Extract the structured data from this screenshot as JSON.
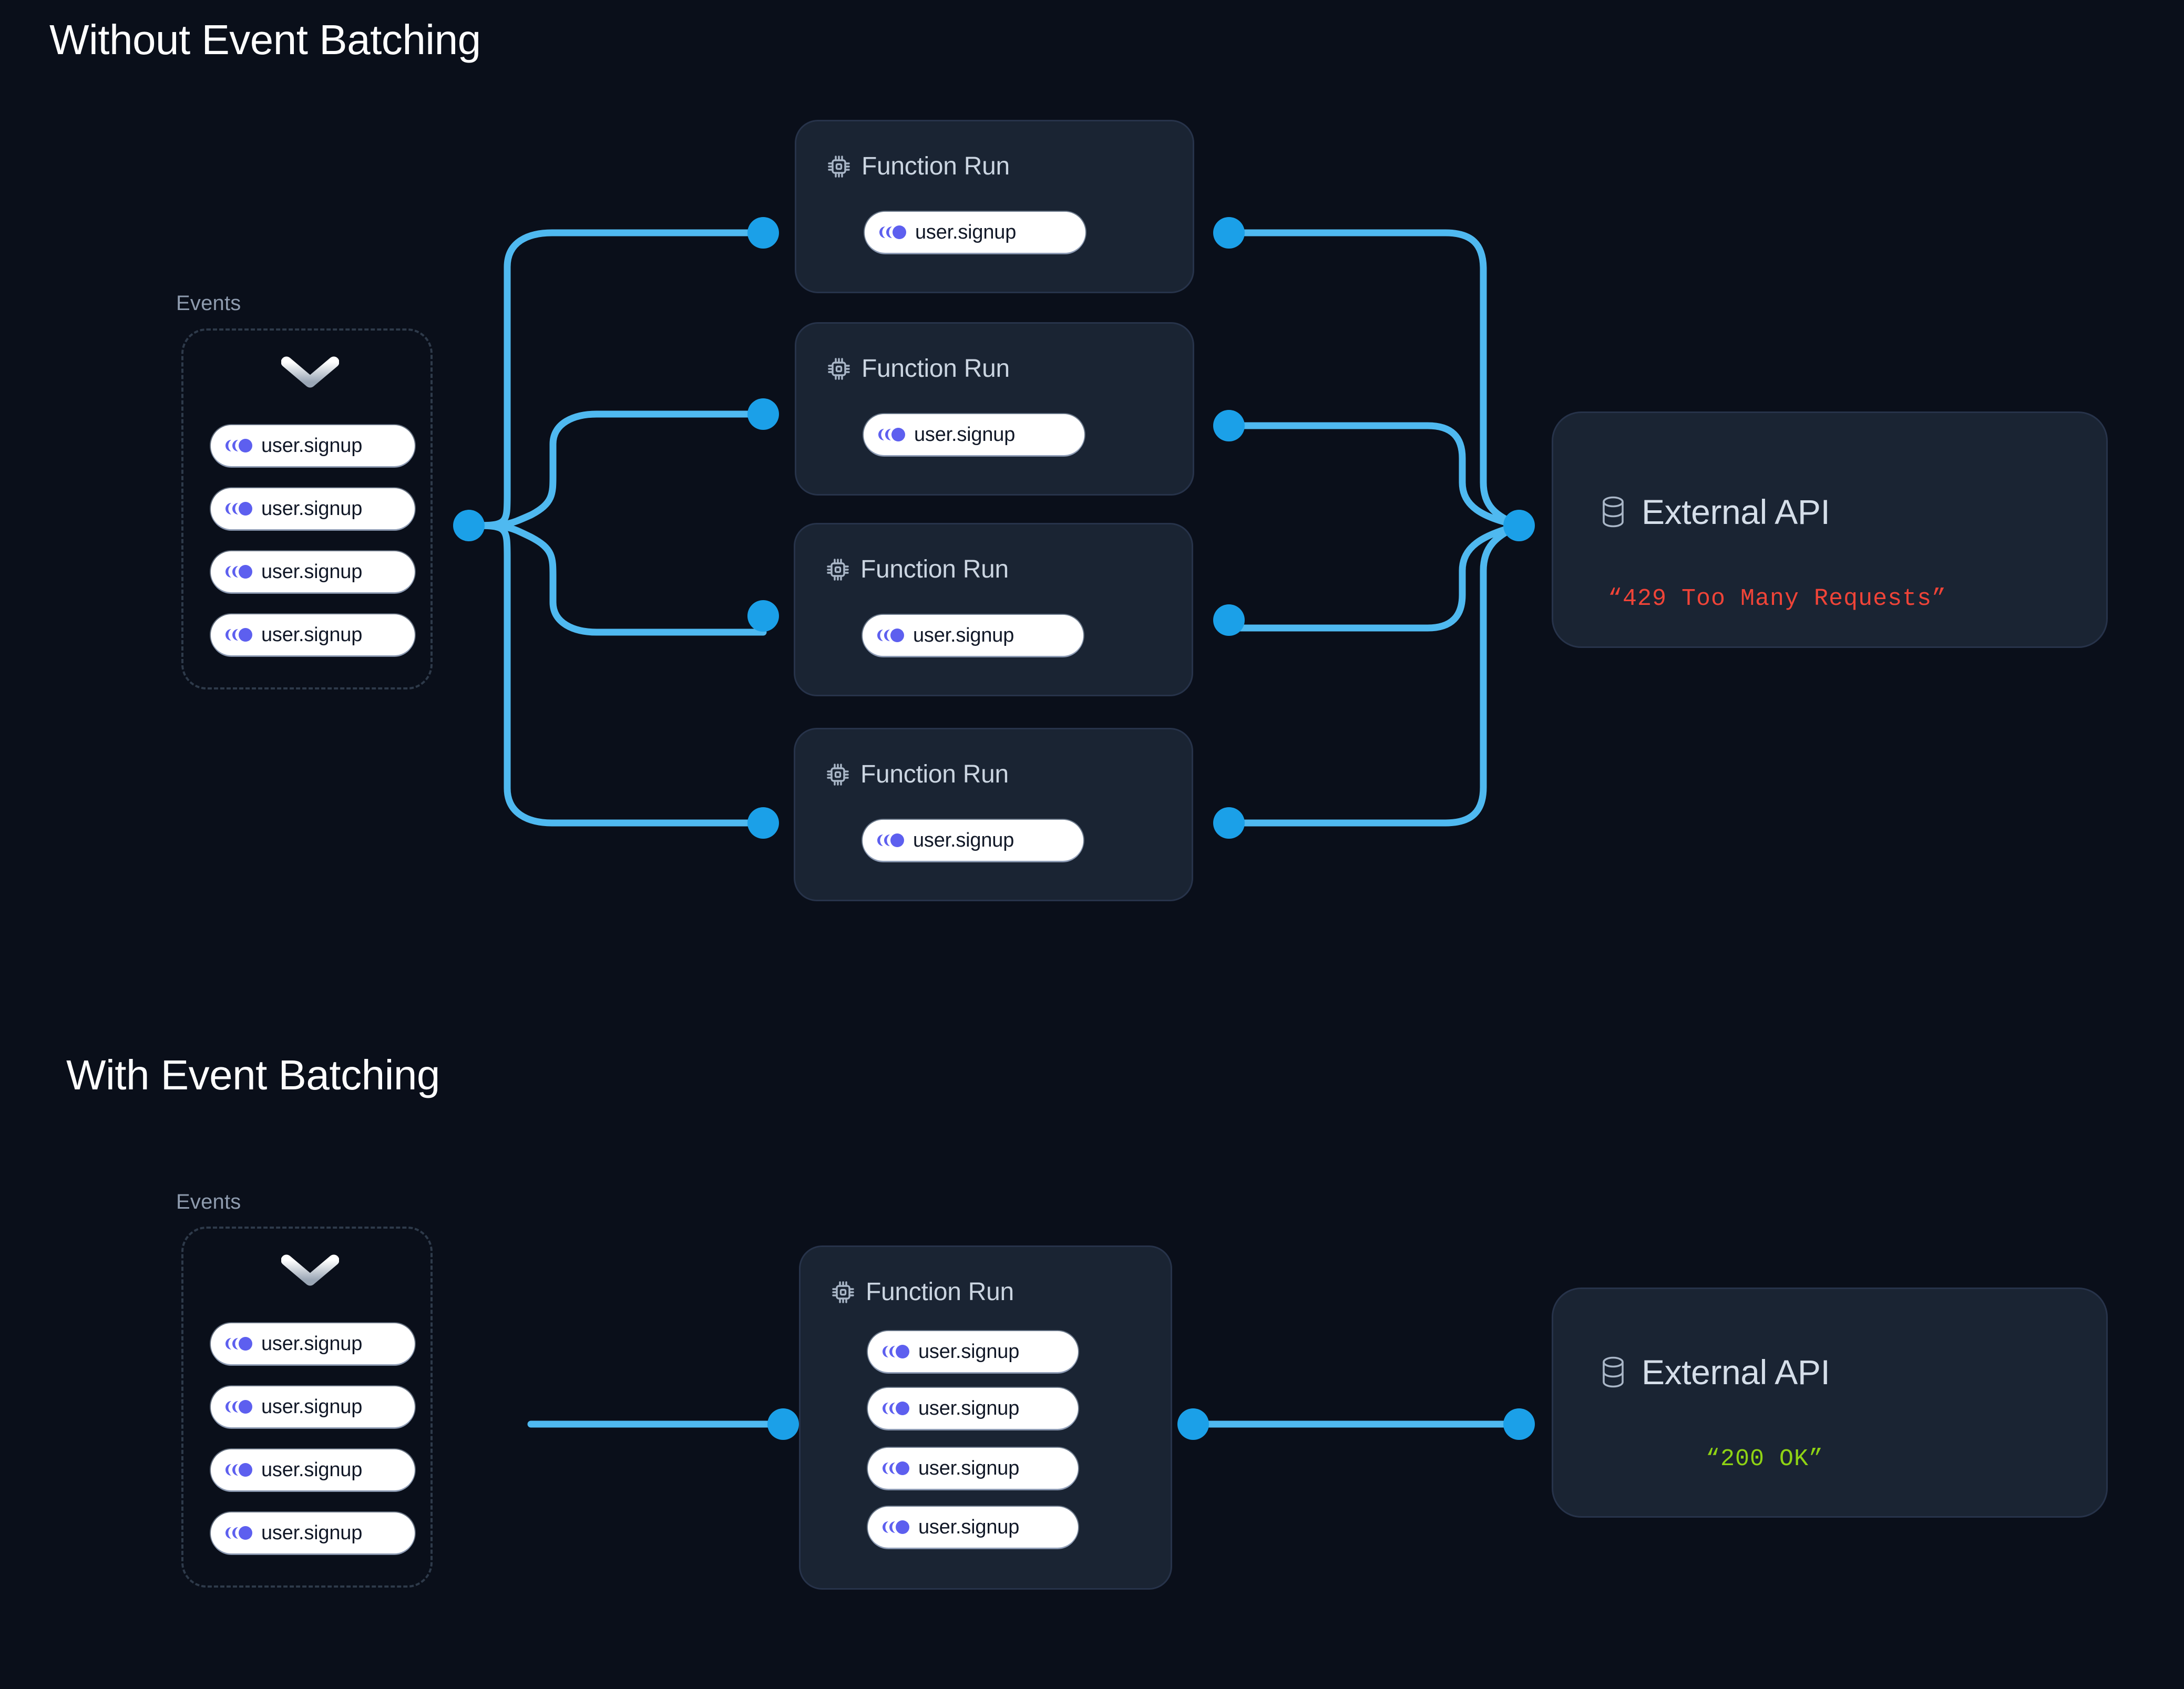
{
  "page": {
    "background": "#0A0F1A",
    "accent_wire": "#4FB9F0",
    "accent_node": "#1BA0E8",
    "event_brand": "#5D5FEF",
    "card_bg": "#1A2433",
    "error_color": "#F04438",
    "ok_color": "#8FD314"
  },
  "sections": [
    {
      "id": "without-batching",
      "title": "Without Event Batching",
      "events": {
        "label": "Events",
        "chevron_icon": "chevron-down-icon",
        "items": [
          {
            "icon": "inngest-event-icon",
            "label": "user.signup"
          },
          {
            "icon": "inngest-event-icon",
            "label": "user.signup"
          },
          {
            "icon": "inngest-event-icon",
            "label": "user.signup"
          },
          {
            "icon": "inngest-event-icon",
            "label": "user.signup"
          }
        ]
      },
      "function_runs": [
        {
          "icon": "cpu-chip-icon",
          "title": "Function Run",
          "events": [
            {
              "icon": "inngest-event-icon",
              "label": "user.signup"
            }
          ]
        },
        {
          "icon": "cpu-chip-icon",
          "title": "Function Run",
          "events": [
            {
              "icon": "inngest-event-icon",
              "label": "user.signup"
            }
          ]
        },
        {
          "icon": "cpu-chip-icon",
          "title": "Function Run",
          "events": [
            {
              "icon": "inngest-event-icon",
              "label": "user.signup"
            }
          ]
        },
        {
          "icon": "cpu-chip-icon",
          "title": "Function Run",
          "events": [
            {
              "icon": "inngest-event-icon",
              "label": "user.signup"
            }
          ]
        }
      ],
      "external_api": {
        "icon": "database-icon",
        "title": "External API",
        "status": "“429 Too Many Requests”",
        "status_state": "error"
      }
    },
    {
      "id": "with-batching",
      "title": "With Event Batching",
      "events": {
        "label": "Events",
        "chevron_icon": "chevron-down-icon",
        "items": [
          {
            "icon": "inngest-event-icon",
            "label": "user.signup"
          },
          {
            "icon": "inngest-event-icon",
            "label": "user.signup"
          },
          {
            "icon": "inngest-event-icon",
            "label": "user.signup"
          },
          {
            "icon": "inngest-event-icon",
            "label": "user.signup"
          }
        ]
      },
      "function_runs": [
        {
          "icon": "cpu-chip-icon",
          "title": "Function Run",
          "events": [
            {
              "icon": "inngest-event-icon",
              "label": "user.signup"
            },
            {
              "icon": "inngest-event-icon",
              "label": "user.signup"
            },
            {
              "icon": "inngest-event-icon",
              "label": "user.signup"
            },
            {
              "icon": "inngest-event-icon",
              "label": "user.signup"
            }
          ]
        }
      ],
      "external_api": {
        "icon": "database-icon",
        "title": "External API",
        "status": "“200 OK”",
        "status_state": "ok"
      }
    }
  ]
}
